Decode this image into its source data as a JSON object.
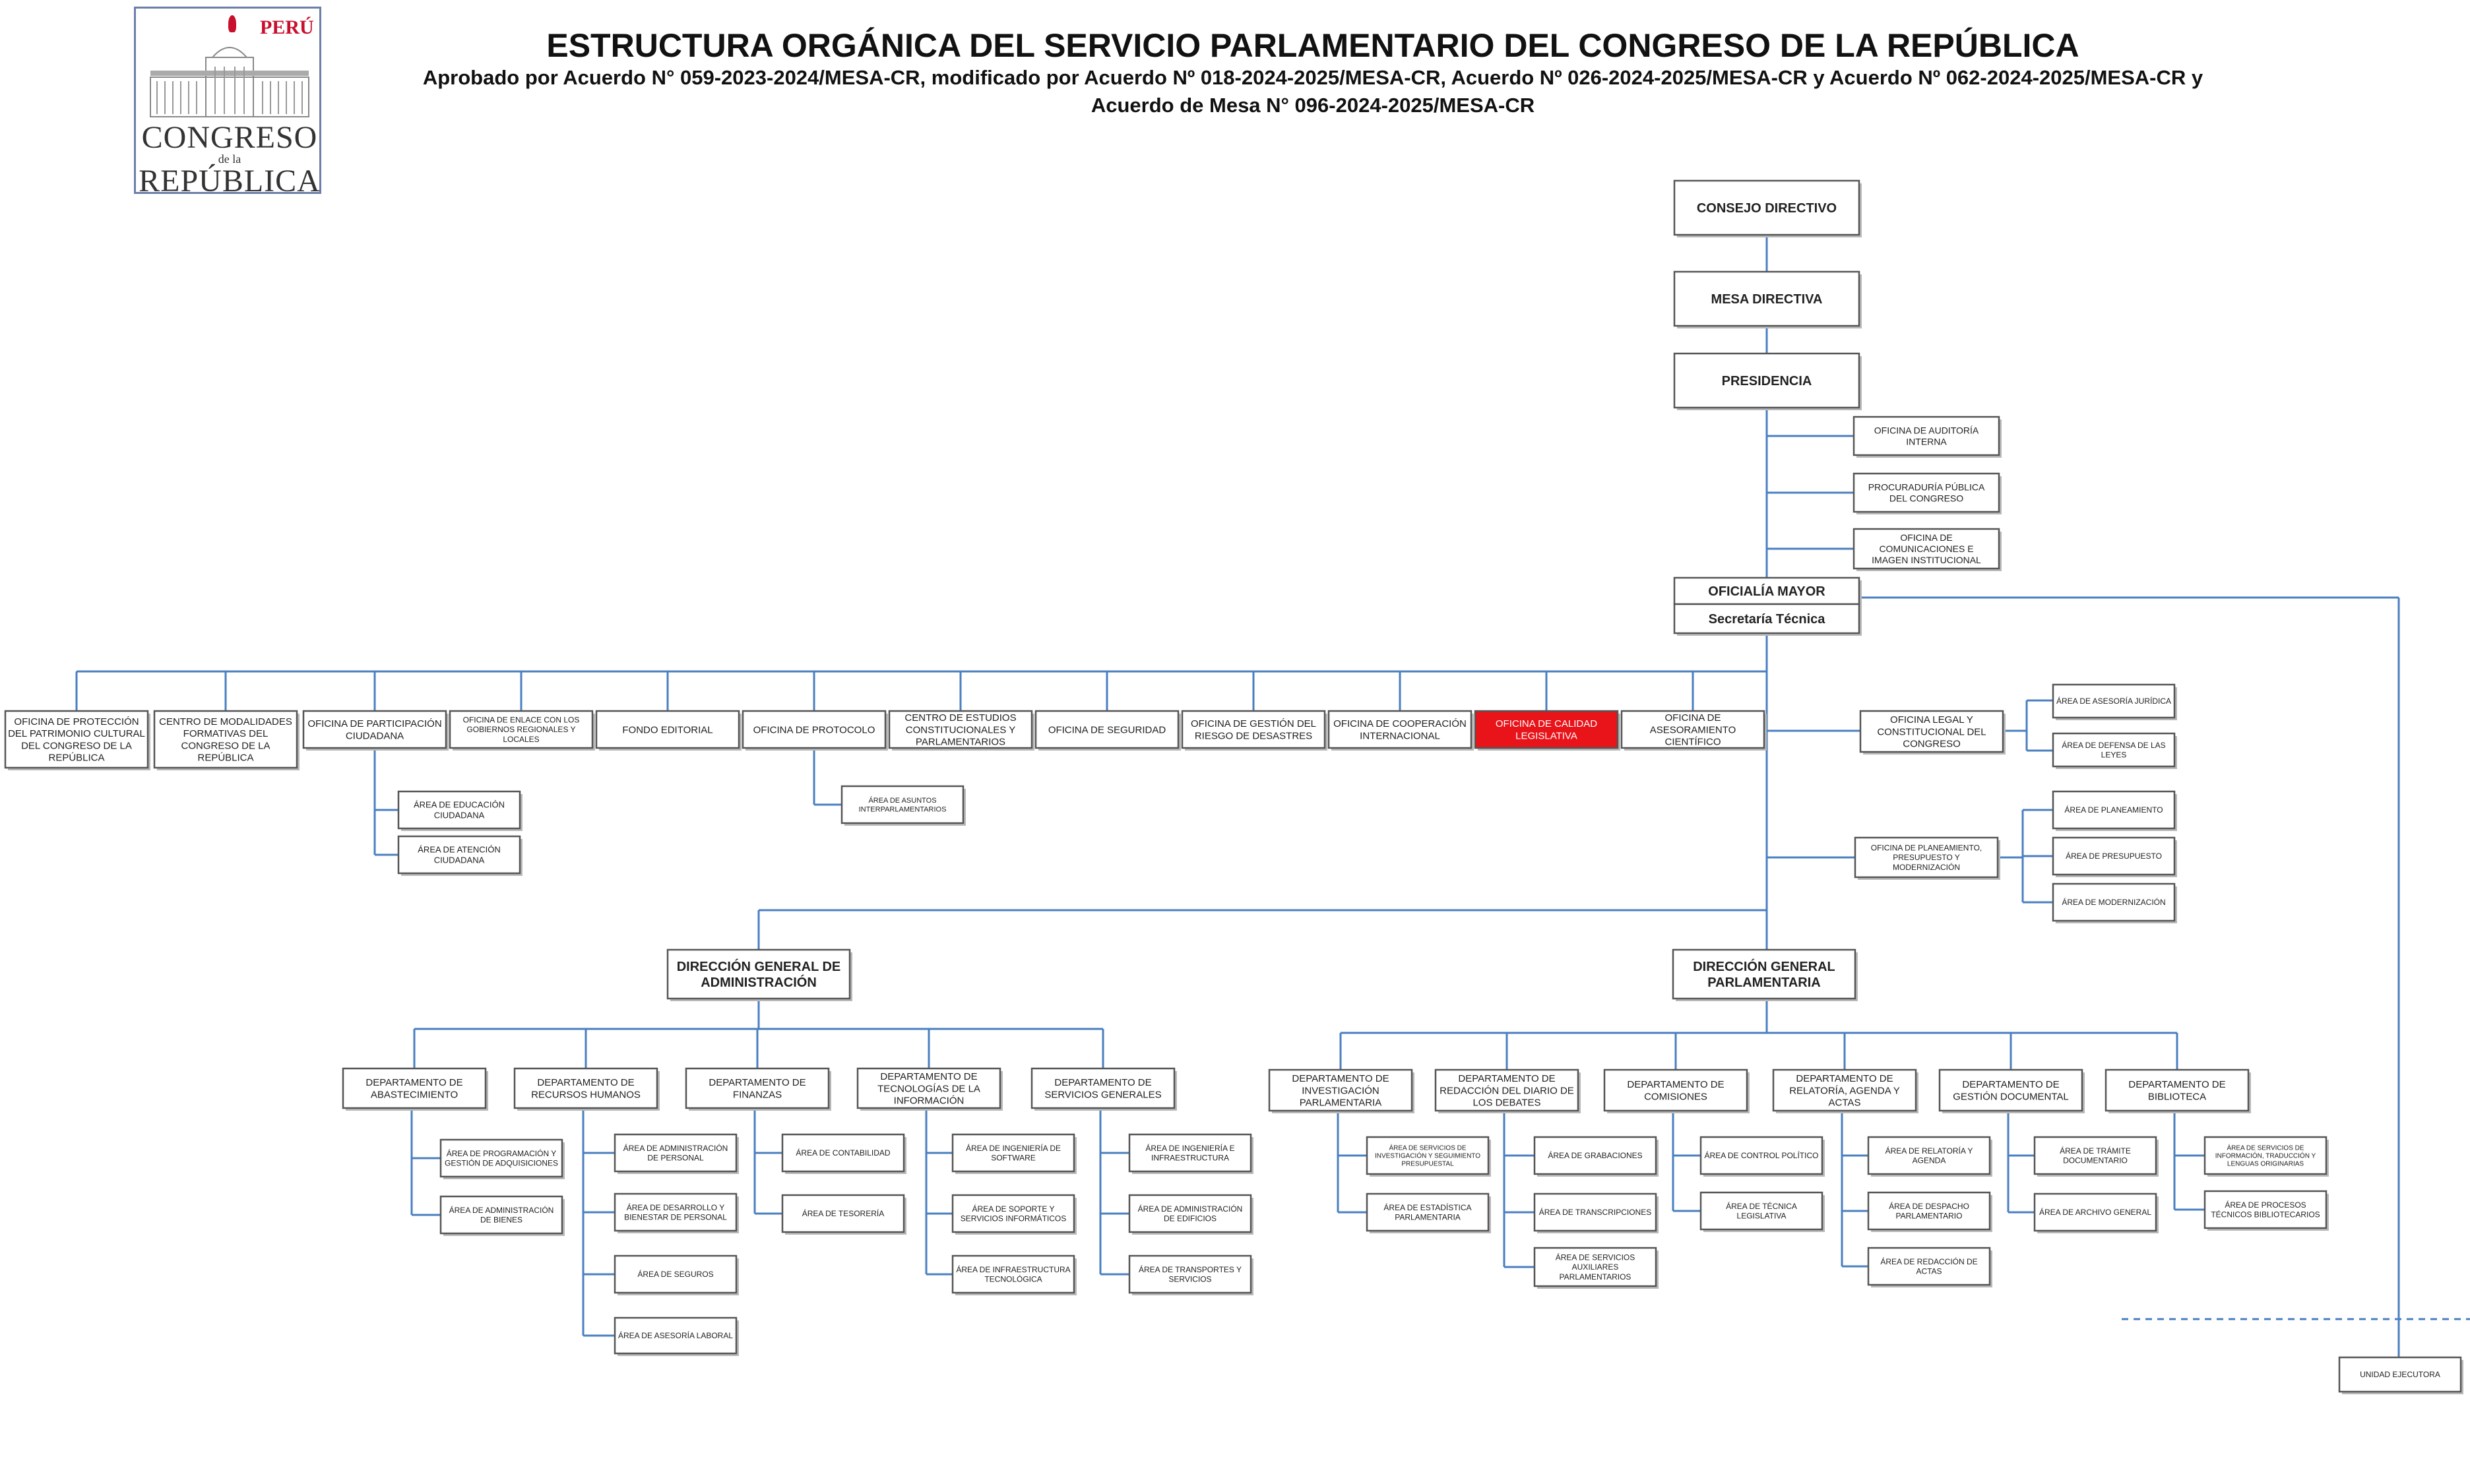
{
  "logo": {
    "peru": "PERÚ",
    "line1": "CONGRESO",
    "line2": "de la",
    "line3": "REPÚBLICA"
  },
  "header": {
    "title": "ESTRUCTURA ORGÁNICA DEL SERVICIO PARLAMENTARIO DEL CONGRESO DE LA REPÚBLICA",
    "subtitle_line1": "Aprobado por Acuerdo N° 059-2023-2024/MESA-CR, modificado por  Acuerdo Nº 018-2024-2025/MESA-CR,  Acuerdo Nº 026-2024-2025/MESA-CR y Acuerdo Nº 062-2024-2025/MESA-CR y",
    "subtitle_line2": "Acuerdo de Mesa  N° 096-2024-2025/MESA-CR"
  },
  "colors": {
    "line": "#4a7fc0",
    "border": "#555555",
    "highlight": "#e8141a",
    "highlight_text": "#ffffff",
    "text": "#222222"
  },
  "nodes": [
    {
      "id": "consejo",
      "lines": [
        "CONSEJO DIRECTIVO"
      ],
      "bold": true
    },
    {
      "id": "mesa",
      "lines": [
        "MESA DIRECTIVA"
      ],
      "bold": true
    },
    {
      "id": "presidencia",
      "lines": [
        "PRESIDENCIA"
      ],
      "bold": true
    },
    {
      "id": "auditoria",
      "lines": [
        "OFICINA DE AUDITORÍA",
        "INTERNA"
      ]
    },
    {
      "id": "procuraduria",
      "lines": [
        "PROCURADURÍA PÚBLICA",
        "DEL CONGRESO"
      ]
    },
    {
      "id": "comunicaciones",
      "lines": [
        "OFICINA DE",
        "COMUNICACIONES E",
        "IMAGEN INSTITUCIONAL"
      ]
    },
    {
      "id": "oficialia",
      "lines": [
        "OFICIALÍA MAYOR"
      ],
      "bold": true
    },
    {
      "id": "secretaria",
      "lines": [
        "Secretaría Técnica"
      ],
      "bold": true
    },
    {
      "id": "patrimonio",
      "lines": [
        "OFICINA DE PROTECCIÓN",
        "DEL PATRIMONIO CULTURAL",
        "DEL CONGRESO DE LA",
        "REPÚBLICA"
      ]
    },
    {
      "id": "modalidades",
      "lines": [
        "CENTRO DE MODALIDADES",
        "FORMATIVAS DEL",
        "CONGRESO DE LA",
        "REPÚBLICA"
      ]
    },
    {
      "id": "participacion",
      "lines": [
        "OFICINA DE PARTICIPACIÓN",
        "CIUDADANA"
      ]
    },
    {
      "id": "enlace",
      "lines": [
        "OFICINA DE ENLACE CON LOS",
        "GOBIERNOS REGIONALES Y",
        "LOCALES"
      ]
    },
    {
      "id": "fondo",
      "lines": [
        "FONDO EDITORIAL"
      ]
    },
    {
      "id": "protocolo",
      "lines": [
        "OFICINA DE PROTOCOLO"
      ]
    },
    {
      "id": "estudios",
      "lines": [
        "CENTRO DE ESTUDIOS",
        "CONSTITUCIONALES Y",
        "PARLAMENTARIOS"
      ]
    },
    {
      "id": "seguridad",
      "lines": [
        "OFICINA DE SEGURIDAD"
      ]
    },
    {
      "id": "riesgo",
      "lines": [
        "OFICINA DE GESTIÓN DEL",
        "RIESGO DE DESASTRES"
      ]
    },
    {
      "id": "cooperacion",
      "lines": [
        "OFICINA DE COOPERACIÓN",
        "INTERNACIONAL"
      ]
    },
    {
      "id": "calidad",
      "lines": [
        "OFICINA DE CALIDAD",
        "LEGISLATIVA"
      ],
      "highlight": true
    },
    {
      "id": "asesoramiento",
      "lines": [
        "OFICINA DE",
        "ASESORAMIENTO",
        "CIENTÍFICO"
      ]
    },
    {
      "id": "educacion",
      "lines": [
        "ÁREA DE EDUCACIÓN",
        "CIUDADANA"
      ]
    },
    {
      "id": "atencion",
      "lines": [
        "ÁREA DE ATENCIÓN",
        "CIUDADANA"
      ]
    },
    {
      "id": "interparl",
      "lines": [
        "ÁREA DE ASUNTOS",
        "INTERPARLAMENTARIOS"
      ]
    },
    {
      "id": "legal",
      "lines": [
        "OFICINA LEGAL Y",
        "CONSTITUCIONAL DEL",
        "CONGRESO"
      ]
    },
    {
      "id": "juridica",
      "lines": [
        "ÁREA DE ASESORÍA JURÍDICA"
      ]
    },
    {
      "id": "defensa",
      "lines": [
        "ÁREA DE DEFENSA DE LAS",
        "LEYES"
      ]
    },
    {
      "id": "planeamiento_of",
      "lines": [
        "OFICINA DE PLANEAMIENTO,",
        "PRESUPUESTO Y",
        "MODERNIZACIÓN"
      ]
    },
    {
      "id": "planeamiento",
      "lines": [
        "ÁREA DE PLANEAMIENTO"
      ]
    },
    {
      "id": "presupuesto",
      "lines": [
        "ÁREA DE PRESUPUESTO"
      ]
    },
    {
      "id": "modernizacion",
      "lines": [
        "ÁREA DE MODERNIZACIÓN"
      ]
    },
    {
      "id": "dga",
      "lines": [
        "DIRECCIÓN GENERAL DE",
        "ADMINISTRACIÓN"
      ],
      "bold": true
    },
    {
      "id": "dgp",
      "lines": [
        "DIRECCIÓN GENERAL",
        "PARLAMENTARIA"
      ],
      "bold": true
    },
    {
      "id": "abastecimiento",
      "lines": [
        "DEPARTAMENTO DE",
        "ABASTECIMIENTO"
      ]
    },
    {
      "id": "rrhh",
      "lines": [
        "DEPARTAMENTO DE",
        "RECURSOS HUMANOS"
      ]
    },
    {
      "id": "finanzas",
      "lines": [
        "DEPARTAMENTO DE",
        "FINANZAS"
      ]
    },
    {
      "id": "tecnologias",
      "lines": [
        "DEPARTAMENTO DE",
        "TECNOLOGÍAS DE LA",
        "INFORMACIÓN"
      ]
    },
    {
      "id": "servicios",
      "lines": [
        "DEPARTAMENTO DE",
        "SERVICIOS GENERALES"
      ]
    },
    {
      "id": "programacion",
      "lines": [
        "ÁREA DE PROGRAMACIÓN Y",
        "GESTIÓN DE ADQUISICIONES"
      ]
    },
    {
      "id": "admbienes",
      "lines": [
        "ÁREA DE ADMINISTRACIÓN",
        "DE BIENES"
      ]
    },
    {
      "id": "admpersonal",
      "lines": [
        "ÁREA DE ADMINISTRACIÓN",
        "DE PERSONAL"
      ]
    },
    {
      "id": "desarrollo",
      "lines": [
        "ÁREA DE DESARROLLO Y",
        "BIENESTAR DE PERSONAL"
      ]
    },
    {
      "id": "seguros",
      "lines": [
        "ÁREA DE SEGUROS"
      ]
    },
    {
      "id": "laboral",
      "lines": [
        "ÁREA DE ASESORÍA LABORAL"
      ]
    },
    {
      "id": "contabilidad",
      "lines": [
        "ÁREA DE CONTABILIDAD"
      ]
    },
    {
      "id": "tesoreria",
      "lines": [
        "ÁREA DE TESORERÍA"
      ]
    },
    {
      "id": "software",
      "lines": [
        "ÁREA DE INGENIERÍA DE",
        "SOFTWARE"
      ]
    },
    {
      "id": "soporte",
      "lines": [
        "ÁREA DE SOPORTE Y",
        "SERVICIOS INFORMÁTICOS"
      ]
    },
    {
      "id": "infratec",
      "lines": [
        "ÁREA DE INFRAESTRUCTURA",
        "TECNOLÓGICA"
      ]
    },
    {
      "id": "ingeinfra",
      "lines": [
        "ÁREA DE INGENIERÍA E",
        "INFRAESTRUCTURA"
      ]
    },
    {
      "id": "admedificios",
      "lines": [
        "ÁREA DE ADMINISTRACIÓN",
        "DE EDIFICIOS"
      ]
    },
    {
      "id": "transportes",
      "lines": [
        "ÁREA DE TRANSPORTES Y",
        "SERVICIOS"
      ]
    },
    {
      "id": "investigacion",
      "lines": [
        "DEPARTAMENTO DE",
        "INVESTIGACIÓN",
        "PARLAMENTARIA"
      ]
    },
    {
      "id": "redaccion",
      "lines": [
        "DEPARTAMENTO DE",
        "REDACCIÓN DEL DIARIO DE",
        "LOS DEBATES"
      ]
    },
    {
      "id": "comisiones",
      "lines": [
        "DEPARTAMENTO DE",
        "COMISIONES"
      ]
    },
    {
      "id": "relatoria",
      "lines": [
        "DEPARTAMENTO DE",
        "RELATORÍA, AGENDA Y",
        "ACTAS"
      ]
    },
    {
      "id": "gestiondoc",
      "lines": [
        "DEPARTAMENTO DE",
        "GESTIÓN DOCUMENTAL"
      ]
    },
    {
      "id": "biblioteca",
      "lines": [
        "DEPARTAMENTO DE",
        "BIBLIOTECA"
      ]
    },
    {
      "id": "servinv",
      "lines": [
        "ÁREA DE SERVICIOS DE",
        "INVESTIGACIÓN Y SEGUIMIENTO",
        "PRESUPUESTAL"
      ]
    },
    {
      "id": "estadistica",
      "lines": [
        "ÁREA DE ESTADÍSTICA",
        "PARLAMENTARIA"
      ]
    },
    {
      "id": "grabaciones",
      "lines": [
        "ÁREA DE GRABACIONES"
      ]
    },
    {
      "id": "transcripciones",
      "lines": [
        "ÁREA DE TRANSCRIPCIONES"
      ]
    },
    {
      "id": "auxiliares",
      "lines": [
        "ÁREA DE SERVICIOS",
        "AUXILIARES",
        "PARLAMENTARIOS"
      ]
    },
    {
      "id": "control",
      "lines": [
        "ÁREA DE CONTROL POLÍTICO"
      ]
    },
    {
      "id": "tecnica",
      "lines": [
        "ÁREA DE TÉCNICA",
        "LEGISLATIVA"
      ]
    },
    {
      "id": "relagenda",
      "lines": [
        "ÁREA DE RELATORÍA Y",
        "AGENDA"
      ]
    },
    {
      "id": "despacho",
      "lines": [
        "ÁREA DE DESPACHO",
        "PARLAMENTARIO"
      ]
    },
    {
      "id": "actas",
      "lines": [
        "ÁREA DE REDACCIÓN DE",
        "ACTAS"
      ]
    },
    {
      "id": "tramite",
      "lines": [
        "ÁREA DE TRÁMITE",
        "DOCUMENTARIO"
      ]
    },
    {
      "id": "archivo",
      "lines": [
        "ÁREA DE ARCHIVO GENERAL"
      ]
    },
    {
      "id": "traduccion",
      "lines": [
        "ÁREA DE SERVICIOS DE",
        "INFORMACIÓN, TRADUCCIÓN Y",
        "LENGUAS ORIGINARIAS"
      ]
    },
    {
      "id": "procesos",
      "lines": [
        "ÁREA DE PROCESOS",
        "TÉCNICOS BIBLIOTECARIOS"
      ]
    },
    {
      "id": "ejecutora",
      "lines": [
        "UNIDAD EJECUTORA"
      ]
    }
  ]
}
